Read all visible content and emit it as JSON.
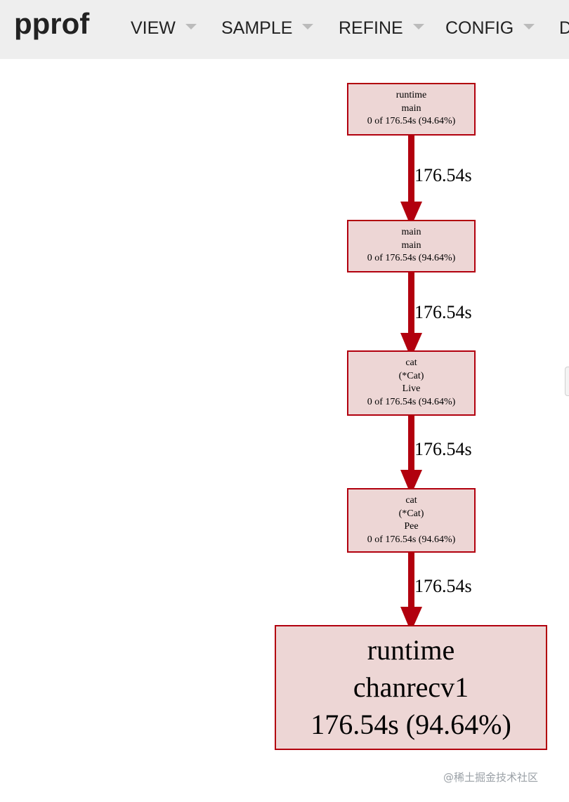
{
  "header": {
    "logo": "pprof",
    "menu": [
      {
        "label": "VIEW"
      },
      {
        "label": "SAMPLE"
      },
      {
        "label": "REFINE"
      },
      {
        "label": "CONFIG"
      },
      {
        "label": "D"
      }
    ]
  },
  "graph": {
    "nodes": [
      {
        "lines": [
          "runtime",
          "main",
          "0 of 176.54s (94.64%)"
        ]
      },
      {
        "lines": [
          "main",
          "main",
          "0 of 176.54s (94.64%)"
        ]
      },
      {
        "lines": [
          "cat",
          "(*Cat)",
          "Live",
          "0 of 176.54s (94.64%)"
        ]
      },
      {
        "lines": [
          "cat",
          "(*Cat)",
          "Pee",
          "0 of 176.54s (94.64%)"
        ]
      },
      {
        "lines": [
          "runtime",
          "chanrecv1",
          "176.54s (94.64%)"
        ]
      }
    ],
    "edges": [
      {
        "label": "176.54s"
      },
      {
        "label": "176.54s"
      },
      {
        "label": "176.54s"
      },
      {
        "label": "176.54s"
      }
    ]
  },
  "watermark": "@稀土掘金技术社区",
  "colors": {
    "node_fill": "#edd6d5",
    "node_border": "#b2000e",
    "edge": "#b2000e",
    "header_bg": "#eeeeee"
  }
}
